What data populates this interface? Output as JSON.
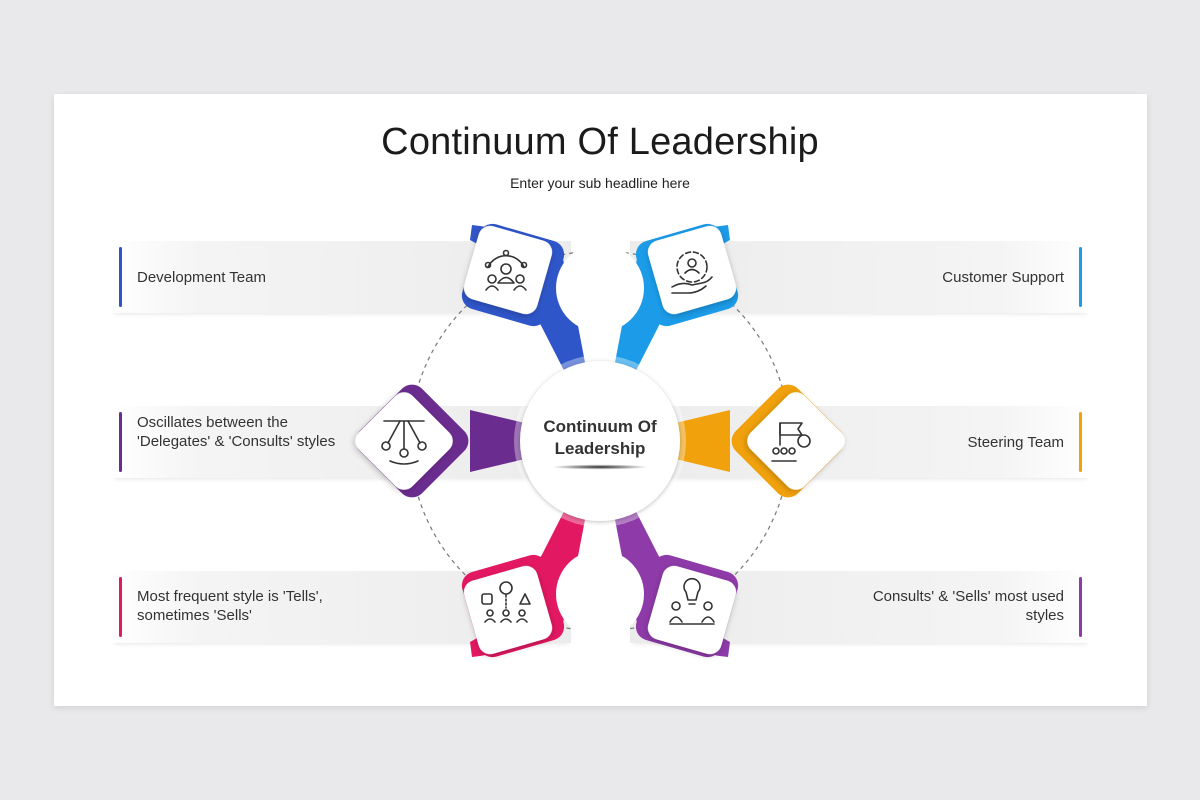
{
  "slide": {
    "title": "Continuum Of Leadership",
    "subtitle": "Enter your sub headline here"
  },
  "center": {
    "line1": "Continuum Of",
    "line2": "Leadership"
  },
  "items": [
    {
      "label": "Development Team",
      "side": "left",
      "color": "#2f56c9",
      "icon": "team-network-icon"
    },
    {
      "label": "Customer Support",
      "side": "right",
      "color": "#1b9be8",
      "icon": "customer-support-icon"
    },
    {
      "label": "Oscillates between the 'Delegates' & 'Consults' styles",
      "side": "left",
      "color": "#6a2c8e",
      "icon": "pendulum-icon"
    },
    {
      "label": "Steering Team",
      "side": "right",
      "color": "#f1a10c",
      "icon": "steering-team-icon"
    },
    {
      "label": "Most frequent style is 'Tells', sometimes 'Sells'",
      "side": "left",
      "color": "#e31862",
      "icon": "team-shapes-icon"
    },
    {
      "label": "Consults' & 'Sells' most used styles",
      "side": "right",
      "color": "#8e3aa8",
      "icon": "idea-discussion-icon"
    }
  ]
}
